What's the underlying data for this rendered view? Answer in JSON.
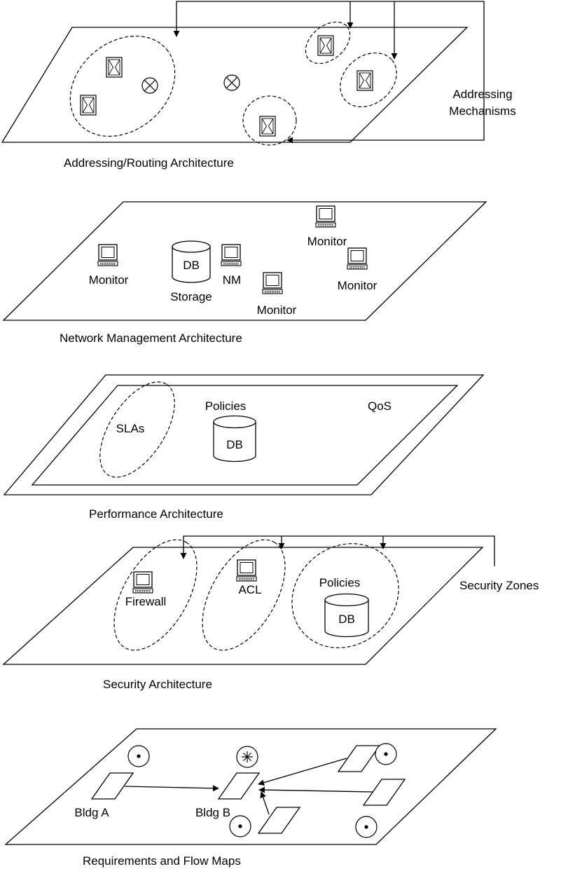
{
  "layers": {
    "addressing": {
      "caption": "Addressing/Routing Architecture",
      "callout_line1": "Addressing",
      "callout_line2": "Mechanisms"
    },
    "management": {
      "caption": "Network Management Architecture",
      "monitor_label": "Monitor",
      "db_label": "DB",
      "storage_label": "Storage",
      "nm_label": "NM"
    },
    "performance": {
      "caption": "Performance Architecture",
      "slas_label": "SLAs",
      "policies_label": "Policies",
      "db_label": "DB",
      "qos_label": "QoS"
    },
    "security": {
      "caption": "Security Architecture",
      "firewall_label": "Firewall",
      "acl_label": "ACL",
      "policies_label": "Policies",
      "db_label": "DB",
      "zones_label": "Security Zones"
    },
    "flows": {
      "caption": "Requirements and Flow Maps",
      "bldg_a_label": "Bldg A",
      "bldg_b_label": "Bldg B"
    }
  }
}
